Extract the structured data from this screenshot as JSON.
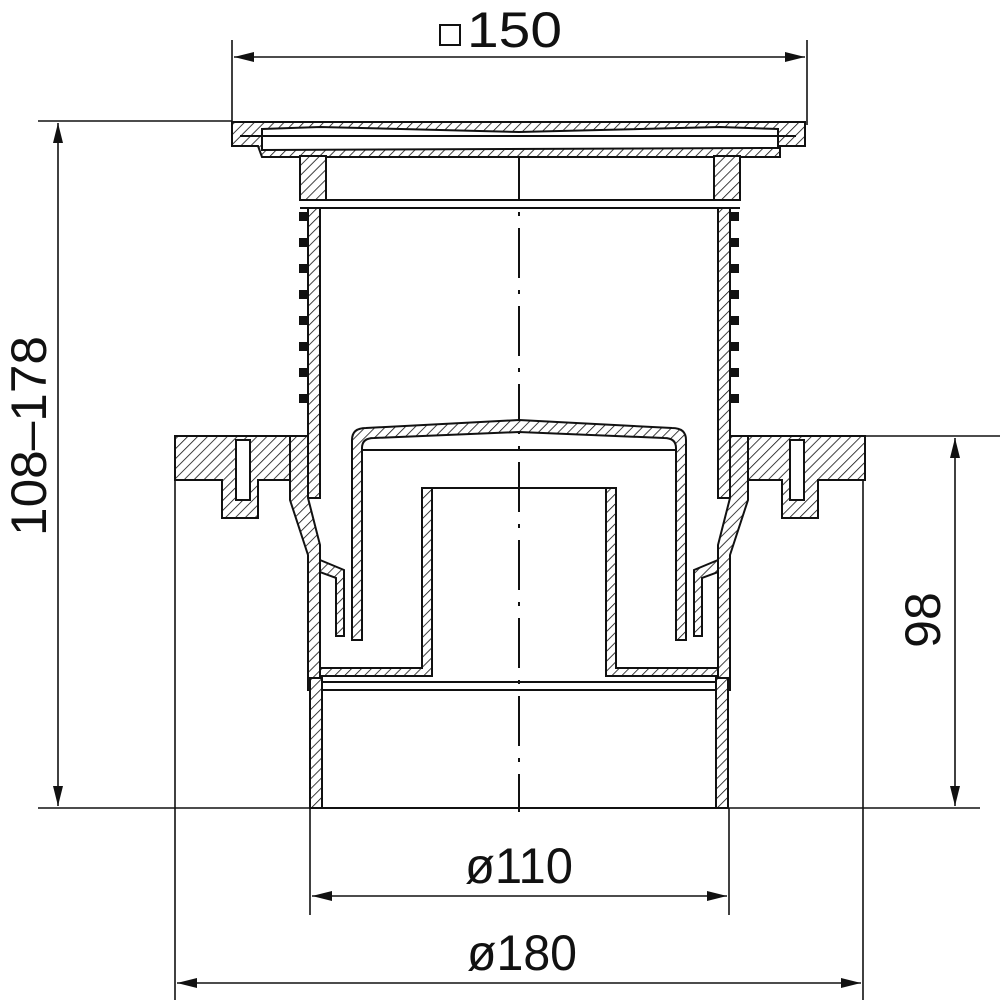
{
  "dimensions": {
    "top_width": "150",
    "height_range": "108–178",
    "flange_height": "98",
    "outlet_diameter": "ø110",
    "flange_diameter": "ø180"
  },
  "colors": {
    "line": "#111111",
    "background": "#ffffff"
  }
}
